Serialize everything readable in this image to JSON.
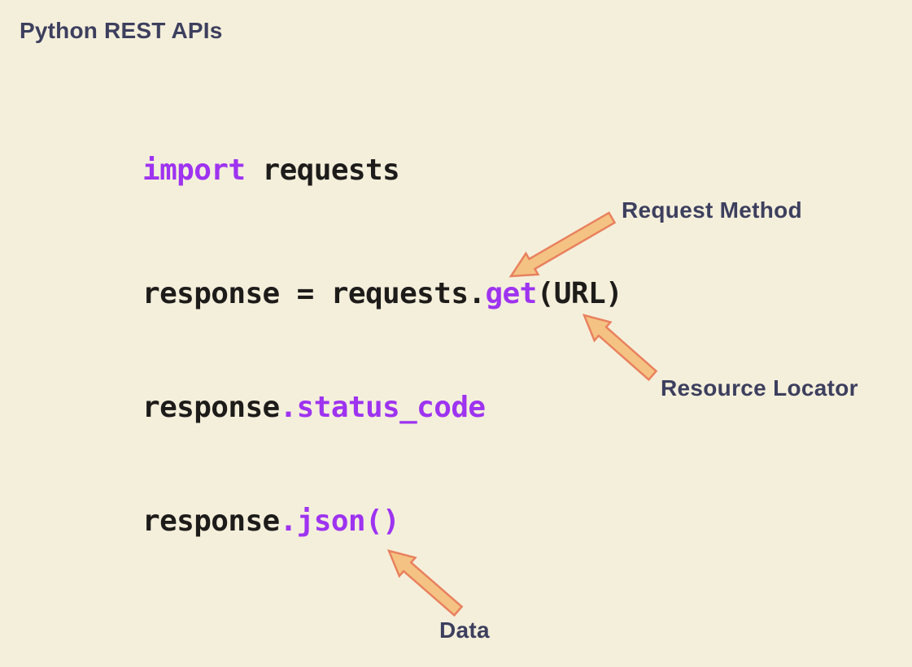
{
  "page": {
    "title": "Python REST APIs"
  },
  "colors": {
    "background": "#f4efdb",
    "heading": "#3d3f5e",
    "code_text": "#1e1c1a",
    "code_accent": "#9e33f0",
    "arrow_fill": "#f4c383",
    "arrow_stroke": "#e9815e"
  },
  "code": {
    "lines": [
      {
        "segments": [
          {
            "text": "import",
            "style": "accent"
          },
          {
            "text": " requests",
            "style": "plain"
          }
        ]
      },
      {
        "segments": [
          {
            "text": "response = requests.",
            "style": "plain"
          },
          {
            "text": "get",
            "style": "accent"
          },
          {
            "text": "(URL)",
            "style": "plain"
          }
        ]
      },
      {
        "segments": [
          {
            "text": "response",
            "style": "plain"
          },
          {
            "text": ".status_code",
            "style": "accent"
          }
        ]
      },
      {
        "segments": [
          {
            "text": "response",
            "style": "plain"
          },
          {
            "text": ".json()",
            "style": "accent"
          }
        ]
      }
    ]
  },
  "annotations": [
    {
      "label": "Request Method"
    },
    {
      "label": "Resource Locator"
    },
    {
      "label": "Data"
    }
  ]
}
